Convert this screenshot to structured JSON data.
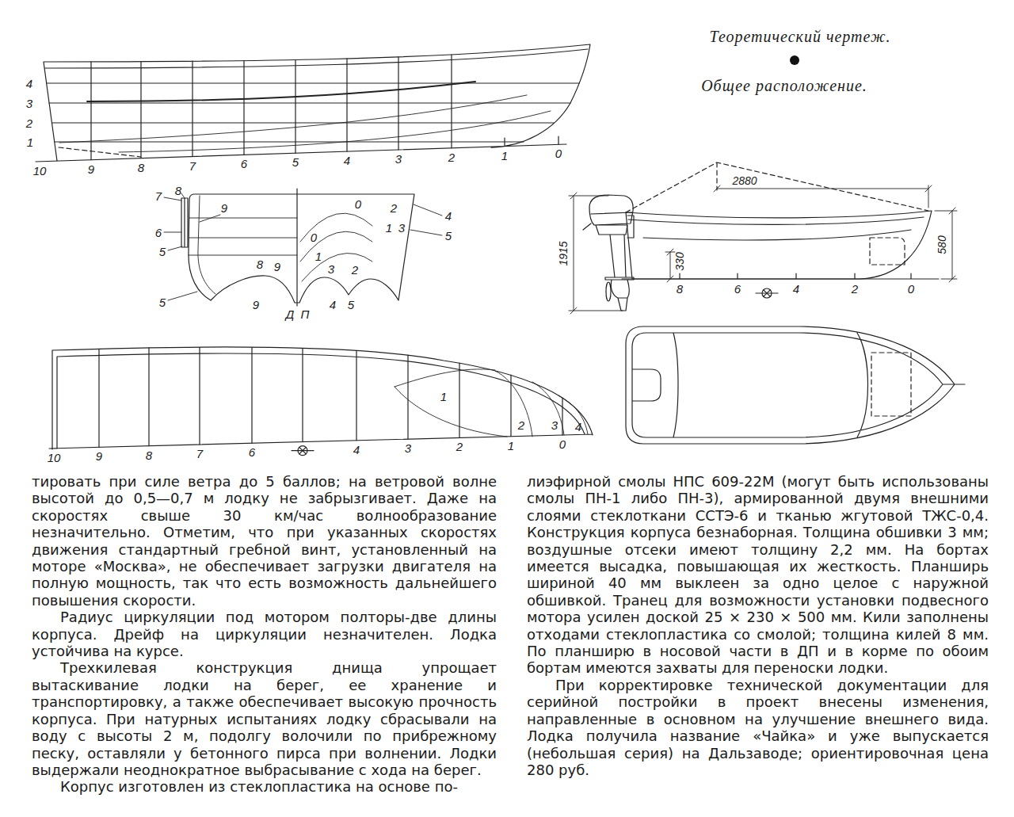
{
  "diagram": {
    "labels": [
      "Теоретический чертеж.",
      "Общее расположение.",
      "4",
      "3",
      "2",
      "1",
      "10",
      "9",
      "8",
      "7",
      "6",
      "5",
      "4",
      "3",
      "2",
      "1",
      "0",
      "7",
      "8",
      "9",
      "6",
      "5",
      "5",
      "0",
      "2",
      "4",
      "3",
      "1",
      "5",
      "0",
      "1",
      "2",
      "3",
      "8",
      "9",
      "9",
      "4",
      "5",
      "Д",
      "П",
      "1",
      "2",
      "3",
      "4",
      "10",
      "9",
      "8",
      "7",
      "6",
      "4",
      "3",
      "2",
      "1",
      "0",
      "2880",
      "1915",
      "580",
      "330",
      "8",
      "6",
      "4",
      "2",
      "0",
      "тировать при силе ветра до 5 баллов; на ветровой волне высотой до 0,5—0,7 м лодку не забрызгивает. Даже на скоростях свыше 30 км/час волнообразование незначительно. Отметим, что при указанных скоростях движения стандартный гребной винт, установленный на моторе «Москва», не обеспечивает загрузки двигателя на полную мощность, так что есть возможность дальнейшего повышения скорости.",
      "Радиус циркуляции под мотором полторы-две длины корпуса. Дрейф на циркуляции незначителен. Лодка устойчива на курсе.",
      "Трехкилевая конструкция днища упрощает вытаскивание лодки на берег, ее хранение и транспортировку, а также обеспечивает высокую прочность корпуса. При натурных испытаниях лодку сбрасывали на воду с высоты 2 м, подолгу волочили по прибрежному песку, оставляли у бетонного пирса при волнении. Лодки выдержали неоднократное выбрасывание с хода на берег.",
      "Корпус изготовлен из стеклопластика на основе по-",
      "лиэфирной смолы НПС 609-22М (могут быть использованы смолы ПН-1 либо ПН-3), армированной двумя внешними слоями стеклоткани ССТЭ-6 и тканью жгутовой ТЖС-0,4. Конструкция корпуса безнаборная. Толщина обшивки 3 мм; воздушные отсеки имеют толщину 2,2 мм. На бортах имеется высадка, повышающая их жесткость. Планширь шириной 40 мм выклеен за одно целое с наружной обшивкой. Транец для возможности установки подвесного мотора усилен доской 25 × 230 × 500 мм. Кили заполнены отходами стеклопластика со смолой; толщина килей 8 мм. По планширю в носовой части в ДП и в корме по обоим бортам имеются захваты для переноски лодки.",
      "При корректировке технической документации для серийной постройки в проект внесены изменения, направленные в основном на улучшение внешнего вида. Лодка получила название «Чайка» и уже выпускается (небольшая серия) на Дальзаводе; ориентировочная цена 280 руб."
    ]
  }
}
